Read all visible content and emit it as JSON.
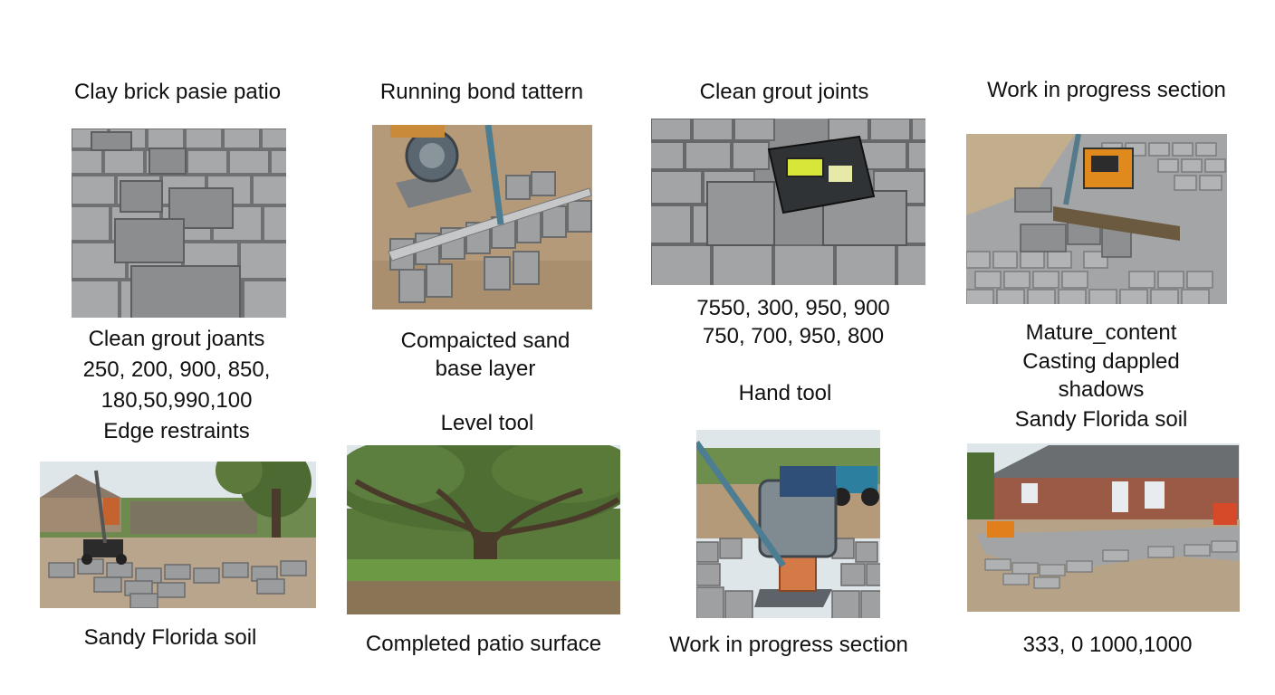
{
  "panels": [
    {
      "title": "Clay brick pasie patio",
      "caption": [
        "Clean grout joants",
        "250, 200, 900, 850,",
        "180,50,990,100",
        "Edge restraints"
      ]
    },
    {
      "title": "Running bond tattern",
      "caption": [
        "Compaicted sand",
        "base layer"
      ]
    },
    {
      "title": "Clean grout joints",
      "caption": [
        "7550, 300, 950, 900",
        "750, 700, 950, 800"
      ]
    },
    {
      "title": "Work in progress section",
      "caption": [
        "Mature_content",
        "Casting dappled",
        "shadows",
        "Sandy Florida soil"
      ]
    },
    {
      "title": "",
      "caption": [
        "Sandy Florida soil"
      ]
    },
    {
      "title": "Level tool",
      "caption": [
        "Completed patio surface"
      ]
    },
    {
      "title": "Hand tool",
      "caption": [
        "Work in progress section"
      ]
    },
    {
      "title": "",
      "caption": [
        "333, 0 1000,1000"
      ]
    }
  ],
  "colors": {
    "paver": "#8e8f90",
    "paver_light": "#a9aaab",
    "sand": "#b49a78",
    "grass": "#5f8a3e",
    "sky": "#dfe6ea",
    "text": "#111111"
  }
}
